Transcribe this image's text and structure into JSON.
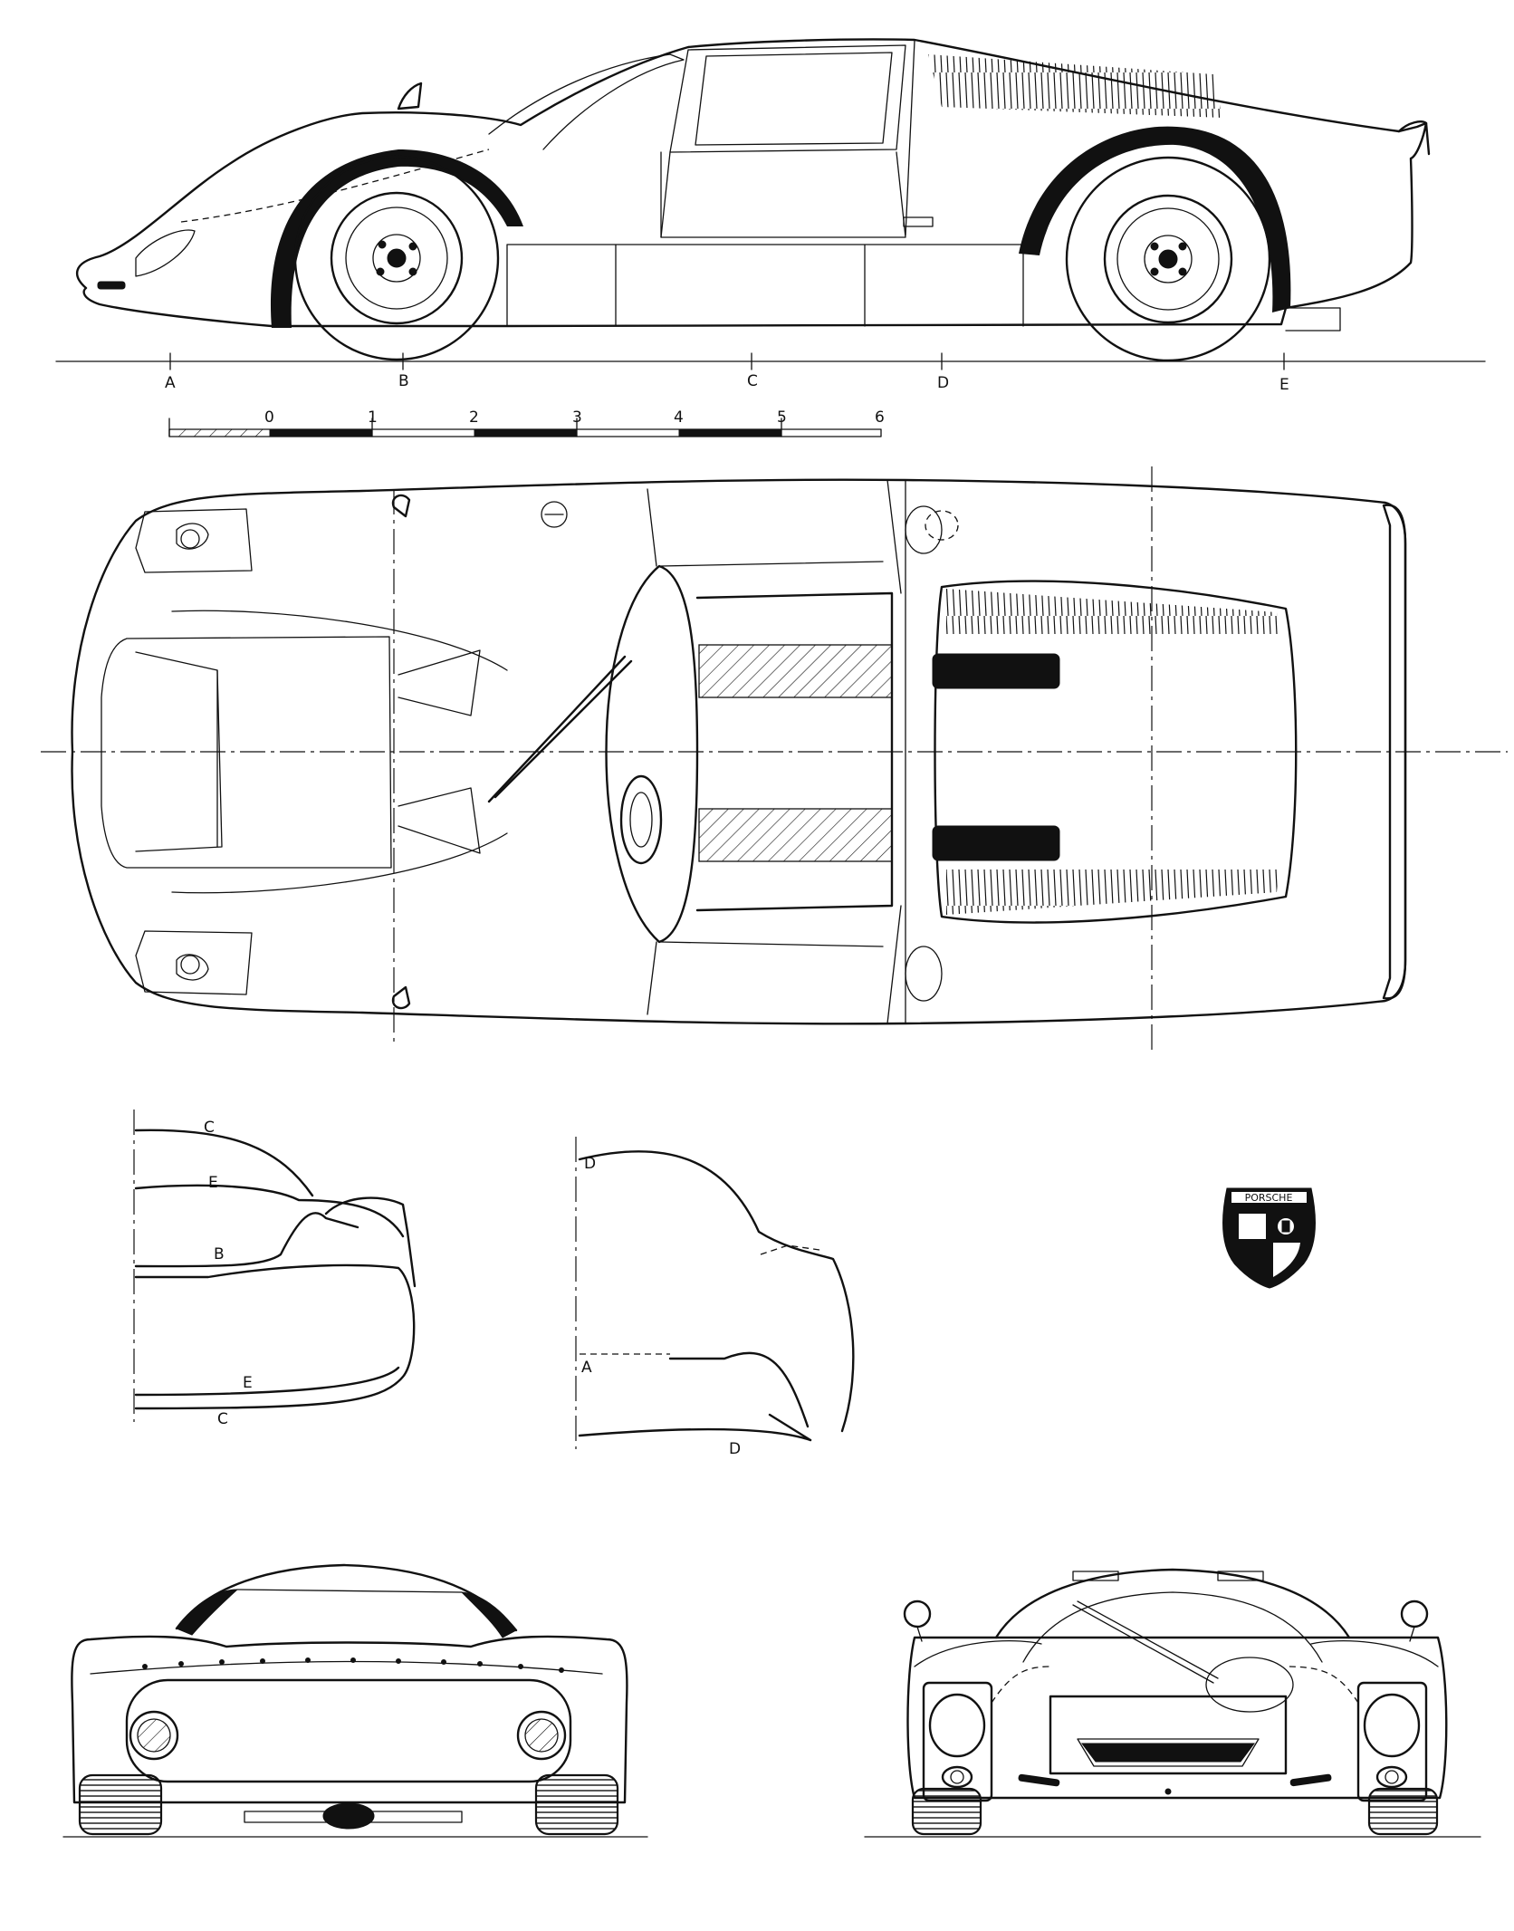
{
  "section_markers": {
    "side_view": [
      "A",
      "B",
      "C",
      "D",
      "E"
    ],
    "section_front": {
      "lines": [
        "C",
        "E",
        "B",
        "E",
        "C"
      ]
    },
    "section_rear": {
      "lines": [
        "D",
        "A",
        "D"
      ]
    }
  },
  "scale_bar": {
    "ticks": [
      "0",
      "1",
      "2",
      "3",
      "4",
      "5",
      "6"
    ]
  },
  "badge": {
    "text": "PORSCHE"
  },
  "colors": {
    "ink": "#111111",
    "paper": "#ffffff"
  }
}
